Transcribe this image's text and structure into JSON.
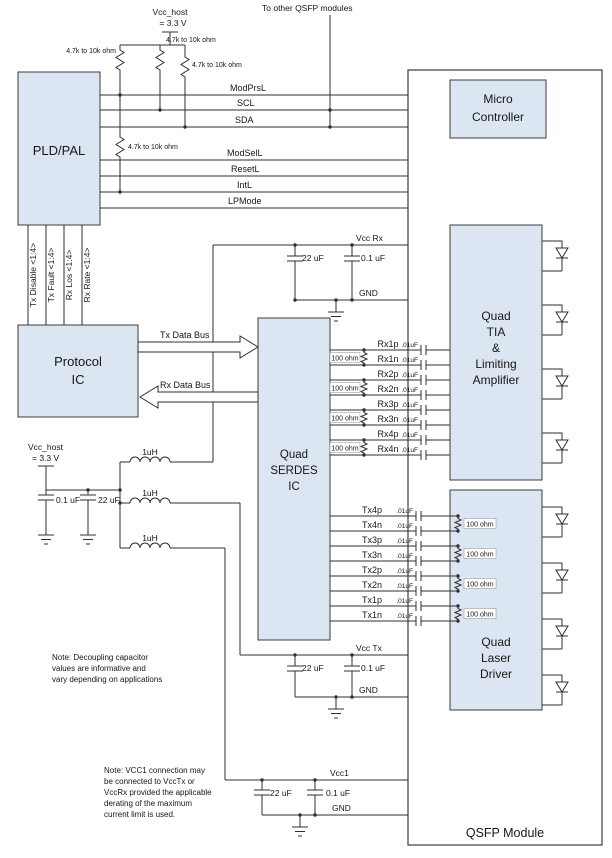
{
  "labels": {
    "vcc_host": "Vcc_host",
    "vcc_host_value": "= 3.3 V",
    "to_other_modules": "To other QSFP modules",
    "pullup": "4.7k to 10k ohm",
    "vcc_rx": "Vcc Rx",
    "vcc_tx": "Vcc Tx",
    "vcc1": "Vcc1",
    "gnd": "GND",
    "cap_bulk": "22 uF",
    "cap_bypass": "0.1 uF",
    "cap_coupling": ".01uF",
    "inductor": "1uH",
    "termination": "100 ohm"
  },
  "blocks": {
    "pld_pal": "PLD/PAL",
    "micro": [
      "Micro",
      "Controller"
    ],
    "protocol": [
      "Protocol",
      "IC"
    ],
    "serdes": [
      "Quad",
      "SERDES",
      "IC"
    ],
    "tia": [
      "Quad",
      "TIA",
      "&",
      "Limiting",
      "Amplifier"
    ],
    "laser": [
      "Quad",
      "Laser",
      "Driver"
    ],
    "qsfp": "QSFP Module"
  },
  "control_signals": [
    "ModPrsL",
    "SCL",
    "SDA",
    "ModSelL",
    "ResetL",
    "IntL",
    "LPMode"
  ],
  "status_signals": [
    "Tx Disable <1:4>",
    "Tx Fault <1:4>",
    "Rx Los <1:4>",
    "Rx Rate <1:4>"
  ],
  "buses": {
    "tx": "Tx Data Bus",
    "rx": "Rx Data Bus"
  },
  "rx_lines": [
    "Rx1p",
    "Rx1n",
    "Rx2p",
    "Rx2n",
    "Rx3p",
    "Rx3n",
    "Rx4p",
    "Rx4n"
  ],
  "tx_lines": [
    "Tx4p",
    "Tx4n",
    "Tx3p",
    "Tx3n",
    "Tx2p",
    "Tx2n",
    "Tx1p",
    "Tx1n"
  ],
  "notes": {
    "decoupling": [
      "Note: Decoupling capacitor",
      "values are informative and",
      "vary depending on applications"
    ],
    "vcc1": [
      "Note: VCC1 connection may",
      "be connected to VccTx or",
      "VccRx provided the applicable",
      "derating of the maximum",
      "current limit is used."
    ]
  },
  "colors": {
    "block_fill": "#dbe6f2",
    "wire": "#2f2f2f",
    "background": "#ffffff"
  }
}
